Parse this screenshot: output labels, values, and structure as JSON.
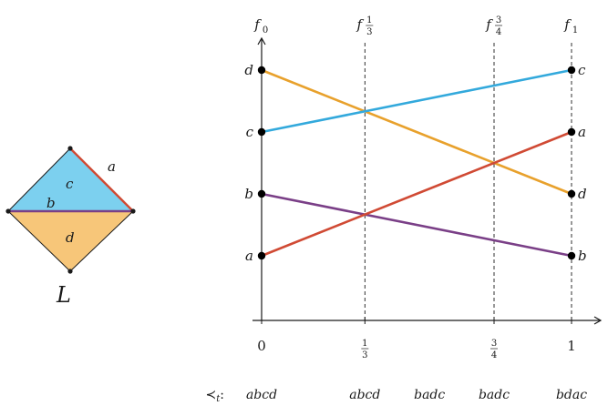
{
  "lattice": {
    "label": "L",
    "elements": [
      "a",
      "b",
      "c",
      "d"
    ],
    "colors": {
      "c_region": "#7cd0ef",
      "d_region": "#f7c679",
      "a_edge": "#d04a34",
      "b_edge": "#7a3f87"
    }
  },
  "chart_data": {
    "type": "line",
    "x_ticks": [
      {
        "x": 0,
        "label": "0",
        "frac": null
      },
      {
        "x": 0.3333,
        "label": "",
        "frac": {
          "num": "1",
          "den": "3"
        }
      },
      {
        "x": 0.75,
        "label": "",
        "frac": {
          "num": "3",
          "den": "4"
        }
      },
      {
        "x": 1,
        "label": "1",
        "frac": null
      }
    ],
    "xlim": [
      0,
      1.06
    ],
    "ylim": [
      0,
      4
    ],
    "left_labels": [
      "a",
      "b",
      "c",
      "d"
    ],
    "right_labels": [
      "b",
      "d",
      "a",
      "c"
    ],
    "function_labels": [
      {
        "x": 0,
        "base": "f",
        "sub": "0",
        "frac": null
      },
      {
        "x": 0.3333,
        "base": "f",
        "sub": "",
        "frac": {
          "num": "1",
          "den": "3"
        }
      },
      {
        "x": 0.75,
        "base": "f",
        "sub": "",
        "frac": {
          "num": "3",
          "den": "4"
        }
      },
      {
        "x": 1,
        "base": "f",
        "sub": "1",
        "frac": null
      }
    ],
    "series": [
      {
        "color": "#e8a12c",
        "x": [
          0,
          1
        ],
        "y": [
          3.0,
          1.0
        ]
      },
      {
        "color": "#33a9dc",
        "x": [
          0,
          1
        ],
        "y": [
          2.0,
          3.0
        ]
      },
      {
        "color": "#7a3f87",
        "x": [
          0,
          1
        ],
        "y": [
          1.0,
          0.0
        ]
      },
      {
        "color": "#d04a34",
        "x": [
          0,
          1
        ],
        "y": [
          0.0,
          2.0
        ]
      }
    ],
    "orders": [
      {
        "x": 0,
        "label": "abcd"
      },
      {
        "x": 0.3333,
        "label": "abcd"
      },
      {
        "x": 0.5417,
        "label": "badc"
      },
      {
        "x": 0.75,
        "label": "badc"
      },
      {
        "x": 1,
        "label": "bdac"
      }
    ],
    "order_prefix": {
      "symbol": "≺",
      "sub": "t",
      "suffix": ":"
    }
  }
}
